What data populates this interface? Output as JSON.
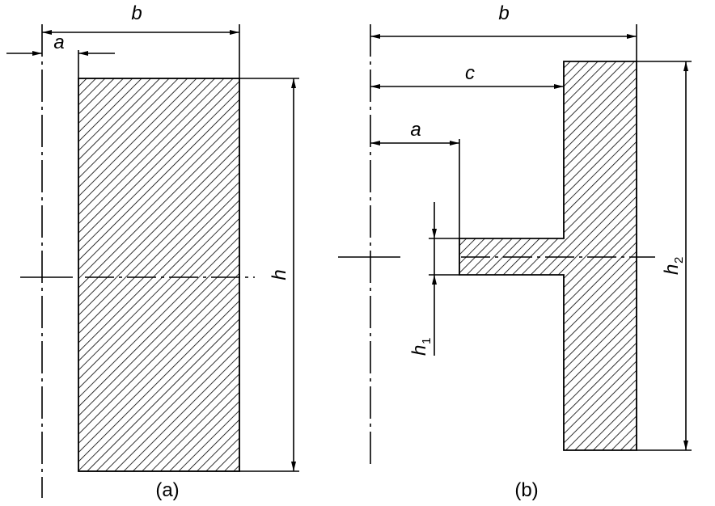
{
  "figure_a": {
    "caption": "(a)",
    "labels": {
      "b": "b",
      "a": "a",
      "h": "h"
    }
  },
  "figure_b": {
    "caption": "(b)",
    "labels": {
      "b": "b",
      "c": "c",
      "a": "a",
      "h1": "h",
      "h1_sub": "1",
      "h2": "h",
      "h2_sub": "2"
    }
  },
  "colors": {
    "line": "#000000",
    "background": "#ffffff"
  }
}
